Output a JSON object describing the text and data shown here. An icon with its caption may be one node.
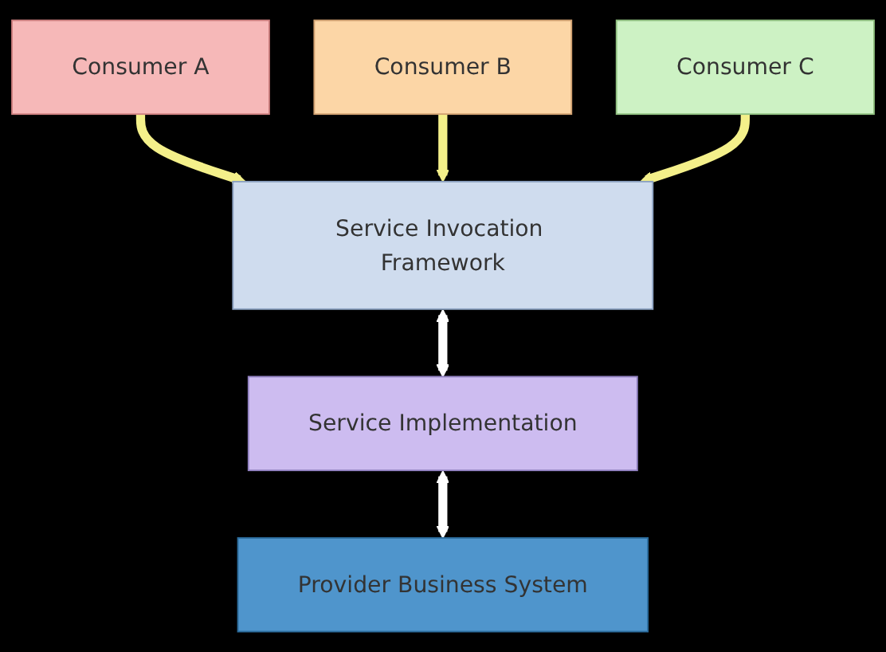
{
  "diagram": {
    "nodes": [
      {
        "text": [
          "Consumer A"
        ]
      },
      {
        "text": [
          "Consumer B"
        ]
      },
      {
        "text": [
          "Consumer C"
        ]
      },
      {
        "text": [
          "Service Invocation Framework"
        ]
      },
      {
        "text": [
          "Service Implementation"
        ]
      },
      {
        "text": [
          "Provider Business System"
        ]
      }
    ],
    "edges": [
      {
        "from": 0,
        "to": 3,
        "arrow": "to"
      },
      {
        "from": 1,
        "to": 3,
        "arrow": "to"
      },
      {
        "from": 2,
        "to": 3,
        "arrow": "to"
      },
      {
        "from": 3,
        "to": 4,
        "arrow": "both",
        "color": "#ffffff"
      },
      {
        "from": 4,
        "to": 5,
        "arrow": "both",
        "color": "#ffffff"
      }
    ]
  }
}
